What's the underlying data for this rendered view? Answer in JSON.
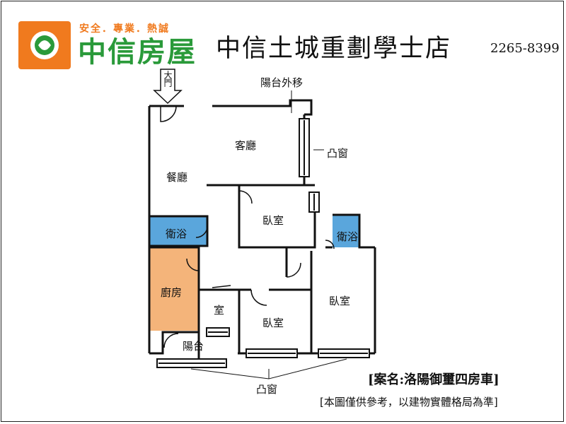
{
  "header": {
    "tagline": "安全．專業．熱誠",
    "brand": "中信房屋",
    "store": "中信土城重劃學士店",
    "phone": "2265-8399"
  },
  "colors": {
    "brand_green": "#2a9a3a",
    "brand_orange": "#f07a1e",
    "bathroom": "#5aa6dc",
    "kitchen": "#f4b47a"
  },
  "labels": {
    "main_door": "大門",
    "balcony_moved": "陽台外移",
    "living_room": "客廳",
    "bay_window_right": "凸窗",
    "dining_room": "餐廳",
    "bedroom_upper": "臥室",
    "bath_left": "衛浴",
    "bath_right": "衛浴",
    "kitchen": "廚房",
    "small_room": "室",
    "bedroom_middle": "臥室",
    "bedroom_right": "臥室",
    "balcony": "陽台",
    "bay_window_bottom": "凸窗"
  },
  "footer": {
    "case_name": "[案名:洛陽御璽四房車]",
    "disclaimer": "[本圖僅供參考，以建物實體格局為準]"
  }
}
